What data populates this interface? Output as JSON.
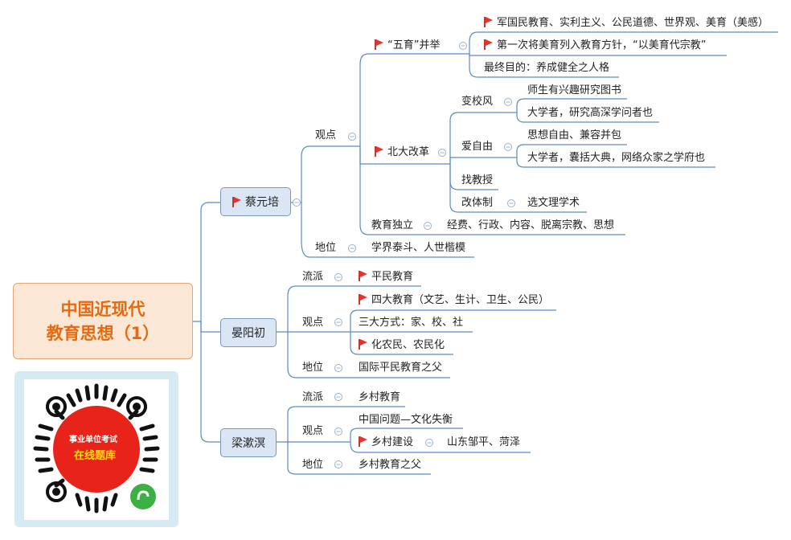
{
  "root": {
    "line1": "中国近现代",
    "line2": "教育思想（1）"
  },
  "people": {
    "cai": "蔡元培",
    "yan": "晏阳初",
    "liang": "梁漱溟"
  },
  "cai": {
    "guandian": "观点",
    "wuyu": "“五育”并举",
    "wuyu_items": [
      "军国民教育、实利主义、公民道德、世界观、美育（美感）",
      "第一次将美育列入教育方针，“以美育代宗教”",
      "最终目的：养成健全之人格"
    ],
    "beida": "北大改革",
    "xiaofeng": "变校风",
    "xiaofeng_items": [
      "师生有兴趣研究图书",
      "大学者，研究高深学问者也"
    ],
    "aiziyou": "爱自由",
    "aiziyou_items": [
      "思想自由、兼容并包",
      "大学者，囊括大典，网络众家之学府也"
    ],
    "zhaojiaoshou": "找教授",
    "gaitizhi": "改体制",
    "gaitizhi_item": "选文理学术",
    "duli": "教育独立",
    "duli_item": "经费、行政、内容、脱离宗教、思想",
    "diwei": "地位",
    "diwei_item": "学界泰斗、人世楷模"
  },
  "yan": {
    "liupai": "流派",
    "liupai_item": "平民教育",
    "guandian": "观点",
    "guandian_items": [
      "四大教育（文艺、生计、卫生、公民）",
      "三大方式：家、校、社",
      "化农民、农民化"
    ],
    "diwei": "地位",
    "diwei_item": "国际平民教育之父"
  },
  "liang": {
    "liupai": "流派",
    "liupai_item": "乡村教育",
    "guandian": "观点",
    "wenti": "中国问题—文化失衡",
    "jianshe": "乡村建设",
    "jianshe_item": "山东邹平、菏泽",
    "diwei": "地位",
    "diwei_item": "乡村教育之父"
  },
  "qr": {
    "line1": "事业单位考试",
    "line2": "在线题库"
  },
  "colors": {
    "line": "#5b8ac6",
    "root_text": "#e8680c",
    "flag": "#e8322e",
    "qr_red": "#e8231a",
    "qr_text_yellow": "#ffe200"
  }
}
